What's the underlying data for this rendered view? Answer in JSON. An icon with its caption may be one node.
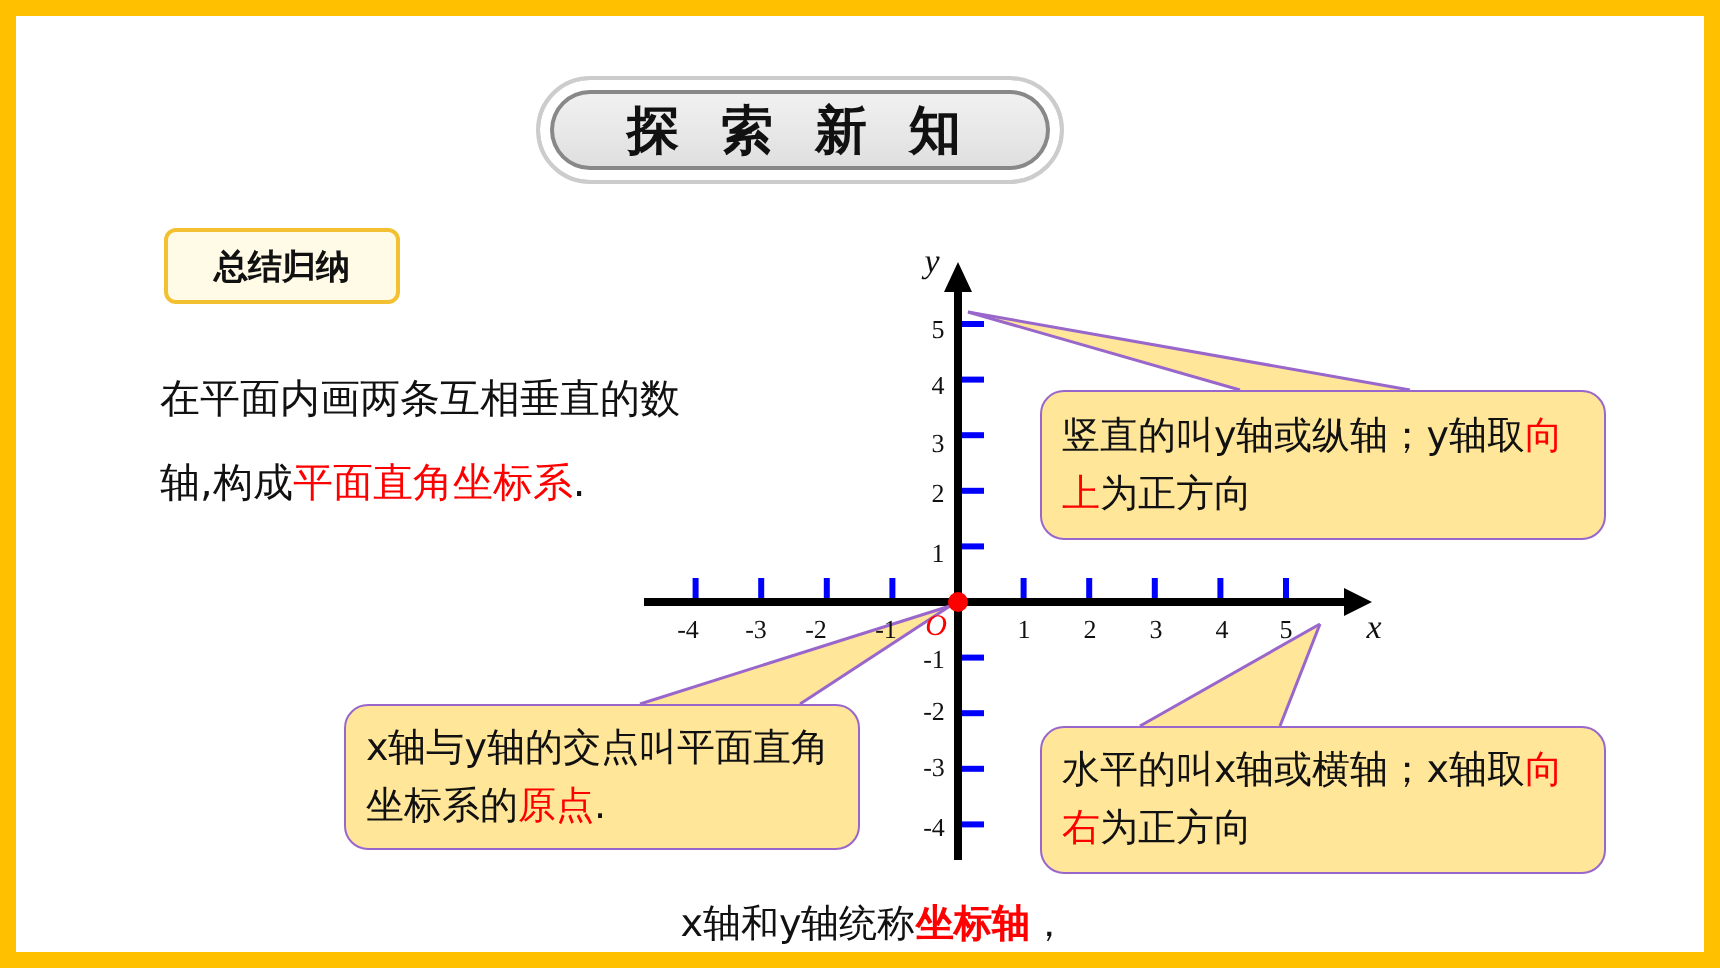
{
  "diagram": {
    "nodes": [
      {
        "text": [
          "探 索 新 知"
        ]
      },
      {
        "text": [
          "总结归纳"
        ]
      },
      {
        "text": [
          "竖直的叫y轴或纵轴；y轴取**向上**为正方向"
        ]
      },
      {
        "text": [
          "x轴与y轴的交点叫平面直角坐标系的**原点**."
        ]
      },
      {
        "text": [
          "水平的叫x轴或横轴；x轴取**向右**为正方向"
        ]
      },
      {
        "text": [],
        "shape": "circle"
      }
    ],
    "edges": [
      {
        "from": 2,
        "to": null,
        "arrow": "none"
      },
      {
        "from": 3,
        "to": 5,
        "arrow": "none"
      },
      {
        "from": 4,
        "to": null,
        "arrow": "none"
      }
    ],
    "labels": [
      "在平面内画两条互相垂直的数轴,构成**平面直角坐标系**.",
      "y",
      "5",
      "4",
      "3",
      "2",
      "1",
      "-4",
      "-3",
      "-2",
      "-1",
      "O",
      "1",
      "2",
      "3",
      "4",
      "5",
      "x",
      "-1",
      "-2",
      "-3",
      "-4",
      "x轴和y轴统称**坐标轴**，"
    ]
  }
}
